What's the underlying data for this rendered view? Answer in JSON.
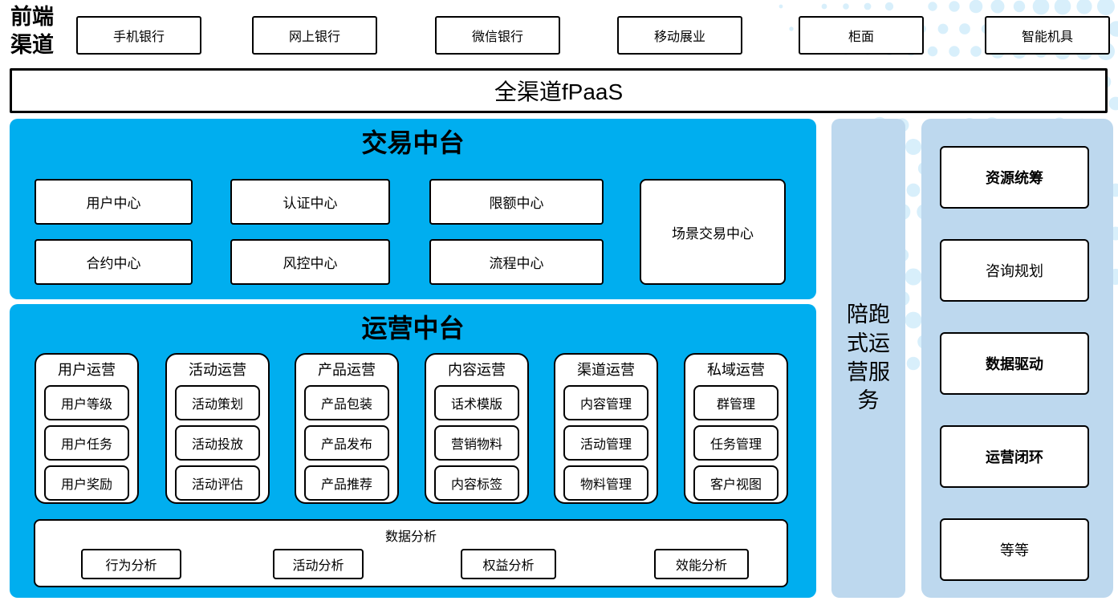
{
  "colors": {
    "cyan": "#00AEEF",
    "light_blue": "#BDD8EE",
    "dot": "#D8EFFB",
    "border": "#000000"
  },
  "front_channels": {
    "label": "前端渠道",
    "items": [
      "手机银行",
      "网上银行",
      "微信银行",
      "移动展业",
      "柜面",
      "智能机具"
    ]
  },
  "fpaas": {
    "label": "全渠道fPaaS"
  },
  "transaction_platform": {
    "title": "交易中台",
    "centers": [
      "用户中心",
      "认证中心",
      "限额中心",
      "合约中心",
      "风控中心",
      "流程中心"
    ],
    "scene_center": "场景交易中心"
  },
  "operation_platform": {
    "title": "运营中台",
    "groups": [
      {
        "title": "用户运营",
        "items": [
          "用户等级",
          "用户任务",
          "用户奖励"
        ]
      },
      {
        "title": "活动运营",
        "items": [
          "活动策划",
          "活动投放",
          "活动评估"
        ]
      },
      {
        "title": "产品运营",
        "items": [
          "产品包装",
          "产品发布",
          "产品推荐"
        ]
      },
      {
        "title": "内容运营",
        "items": [
          "话术模版",
          "营销物料",
          "内容标签"
        ]
      },
      {
        "title": "渠道运营",
        "items": [
          "内容管理",
          "活动管理",
          "物料管理"
        ]
      },
      {
        "title": "私域运营",
        "items": [
          "群管理",
          "任务管理",
          "客户视图"
        ]
      }
    ],
    "data_analysis": {
      "title": "数据分析",
      "items": [
        "行为分析",
        "活动分析",
        "权益分析",
        "效能分析"
      ]
    }
  },
  "side_service": {
    "label": "陪跑式运营服务"
  },
  "right_panel": {
    "items": [
      {
        "label": "资源统筹",
        "bold": true
      },
      {
        "label": "咨询规划",
        "bold": false
      },
      {
        "label": "数据驱动",
        "bold": true
      },
      {
        "label": "运营闭环",
        "bold": true
      },
      {
        "label": "等等",
        "bold": false
      }
    ]
  }
}
